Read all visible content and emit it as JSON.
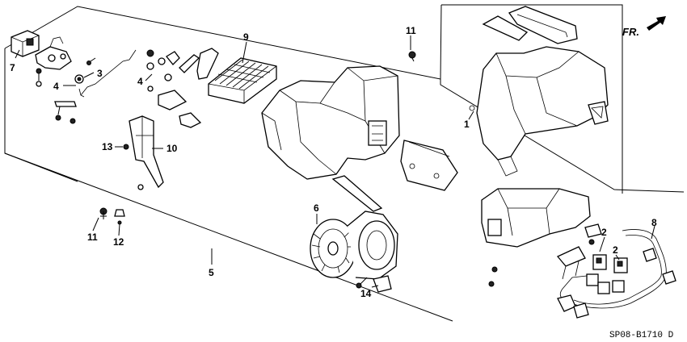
{
  "diagram": {
    "orientation_label": "FR.",
    "drawing_code": "SP08-B1710 D",
    "callouts": {
      "c1": "1",
      "c2a": "2",
      "c2b": "2",
      "c3": "3",
      "c4a": "4",
      "c4b": "4",
      "c5": "5",
      "c6": "6",
      "c7": "7",
      "c8": "8",
      "c9": "9",
      "c10": "10",
      "c11a": "11",
      "c11b": "11",
      "c12": "12",
      "c13": "13",
      "c14": "14"
    }
  }
}
